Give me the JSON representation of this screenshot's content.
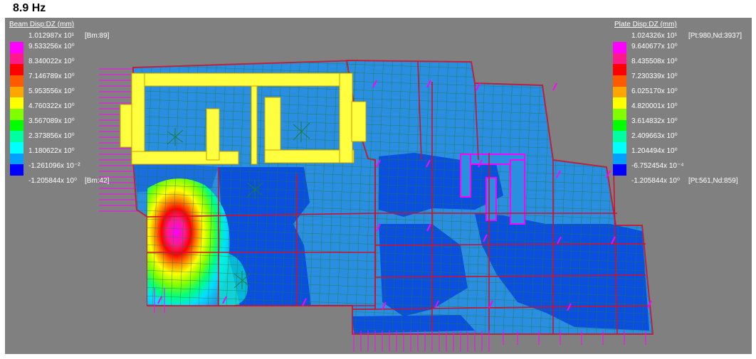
{
  "frequency_label": "8.9 Hz",
  "legend_colors": [
    "#ff00ff",
    "#ff1a8c",
    "#ff0000",
    "#ff5a00",
    "#ffa500",
    "#ffff00",
    "#80ff00",
    "#00ff00",
    "#00ffa0",
    "#00ffff",
    "#00a0ff",
    "#0000ff"
  ],
  "beam_legend": {
    "title": "Beam Disp:DZ  (mm)",
    "max_note": "[Bm:89]",
    "min_note": "[Bm:42]",
    "values": [
      "1.012987x 10¹",
      "9.533256x 10⁰",
      "8.340022x 10⁰",
      "7.146789x 10⁰",
      "5.953556x 10⁰",
      "4.760322x 10⁰",
      "3.567089x 10⁰",
      "2.373856x 10⁰",
      "1.180622x 10⁰",
      "-1.261096x 10⁻²",
      "-1.205844x 10⁰"
    ]
  },
  "plate_legend": {
    "title": "Plate Disp:DZ  (mm)",
    "max_note": "[Pt:980,Nd:3937]",
    "min_note": "[Pt:561,Nd:859]",
    "values": [
      "1.024326x 10¹",
      "9.640677x 10⁰",
      "8.435508x 10⁰",
      "7.230339x 10⁰",
      "6.025170x 10⁰",
      "4.820001x 10⁰",
      "3.614832x 10⁰",
      "2.409663x 10⁰",
      "1.204494x 10⁰",
      "-6.752454x 10⁻⁴",
      "-1.205844x 10⁰"
    ]
  }
}
